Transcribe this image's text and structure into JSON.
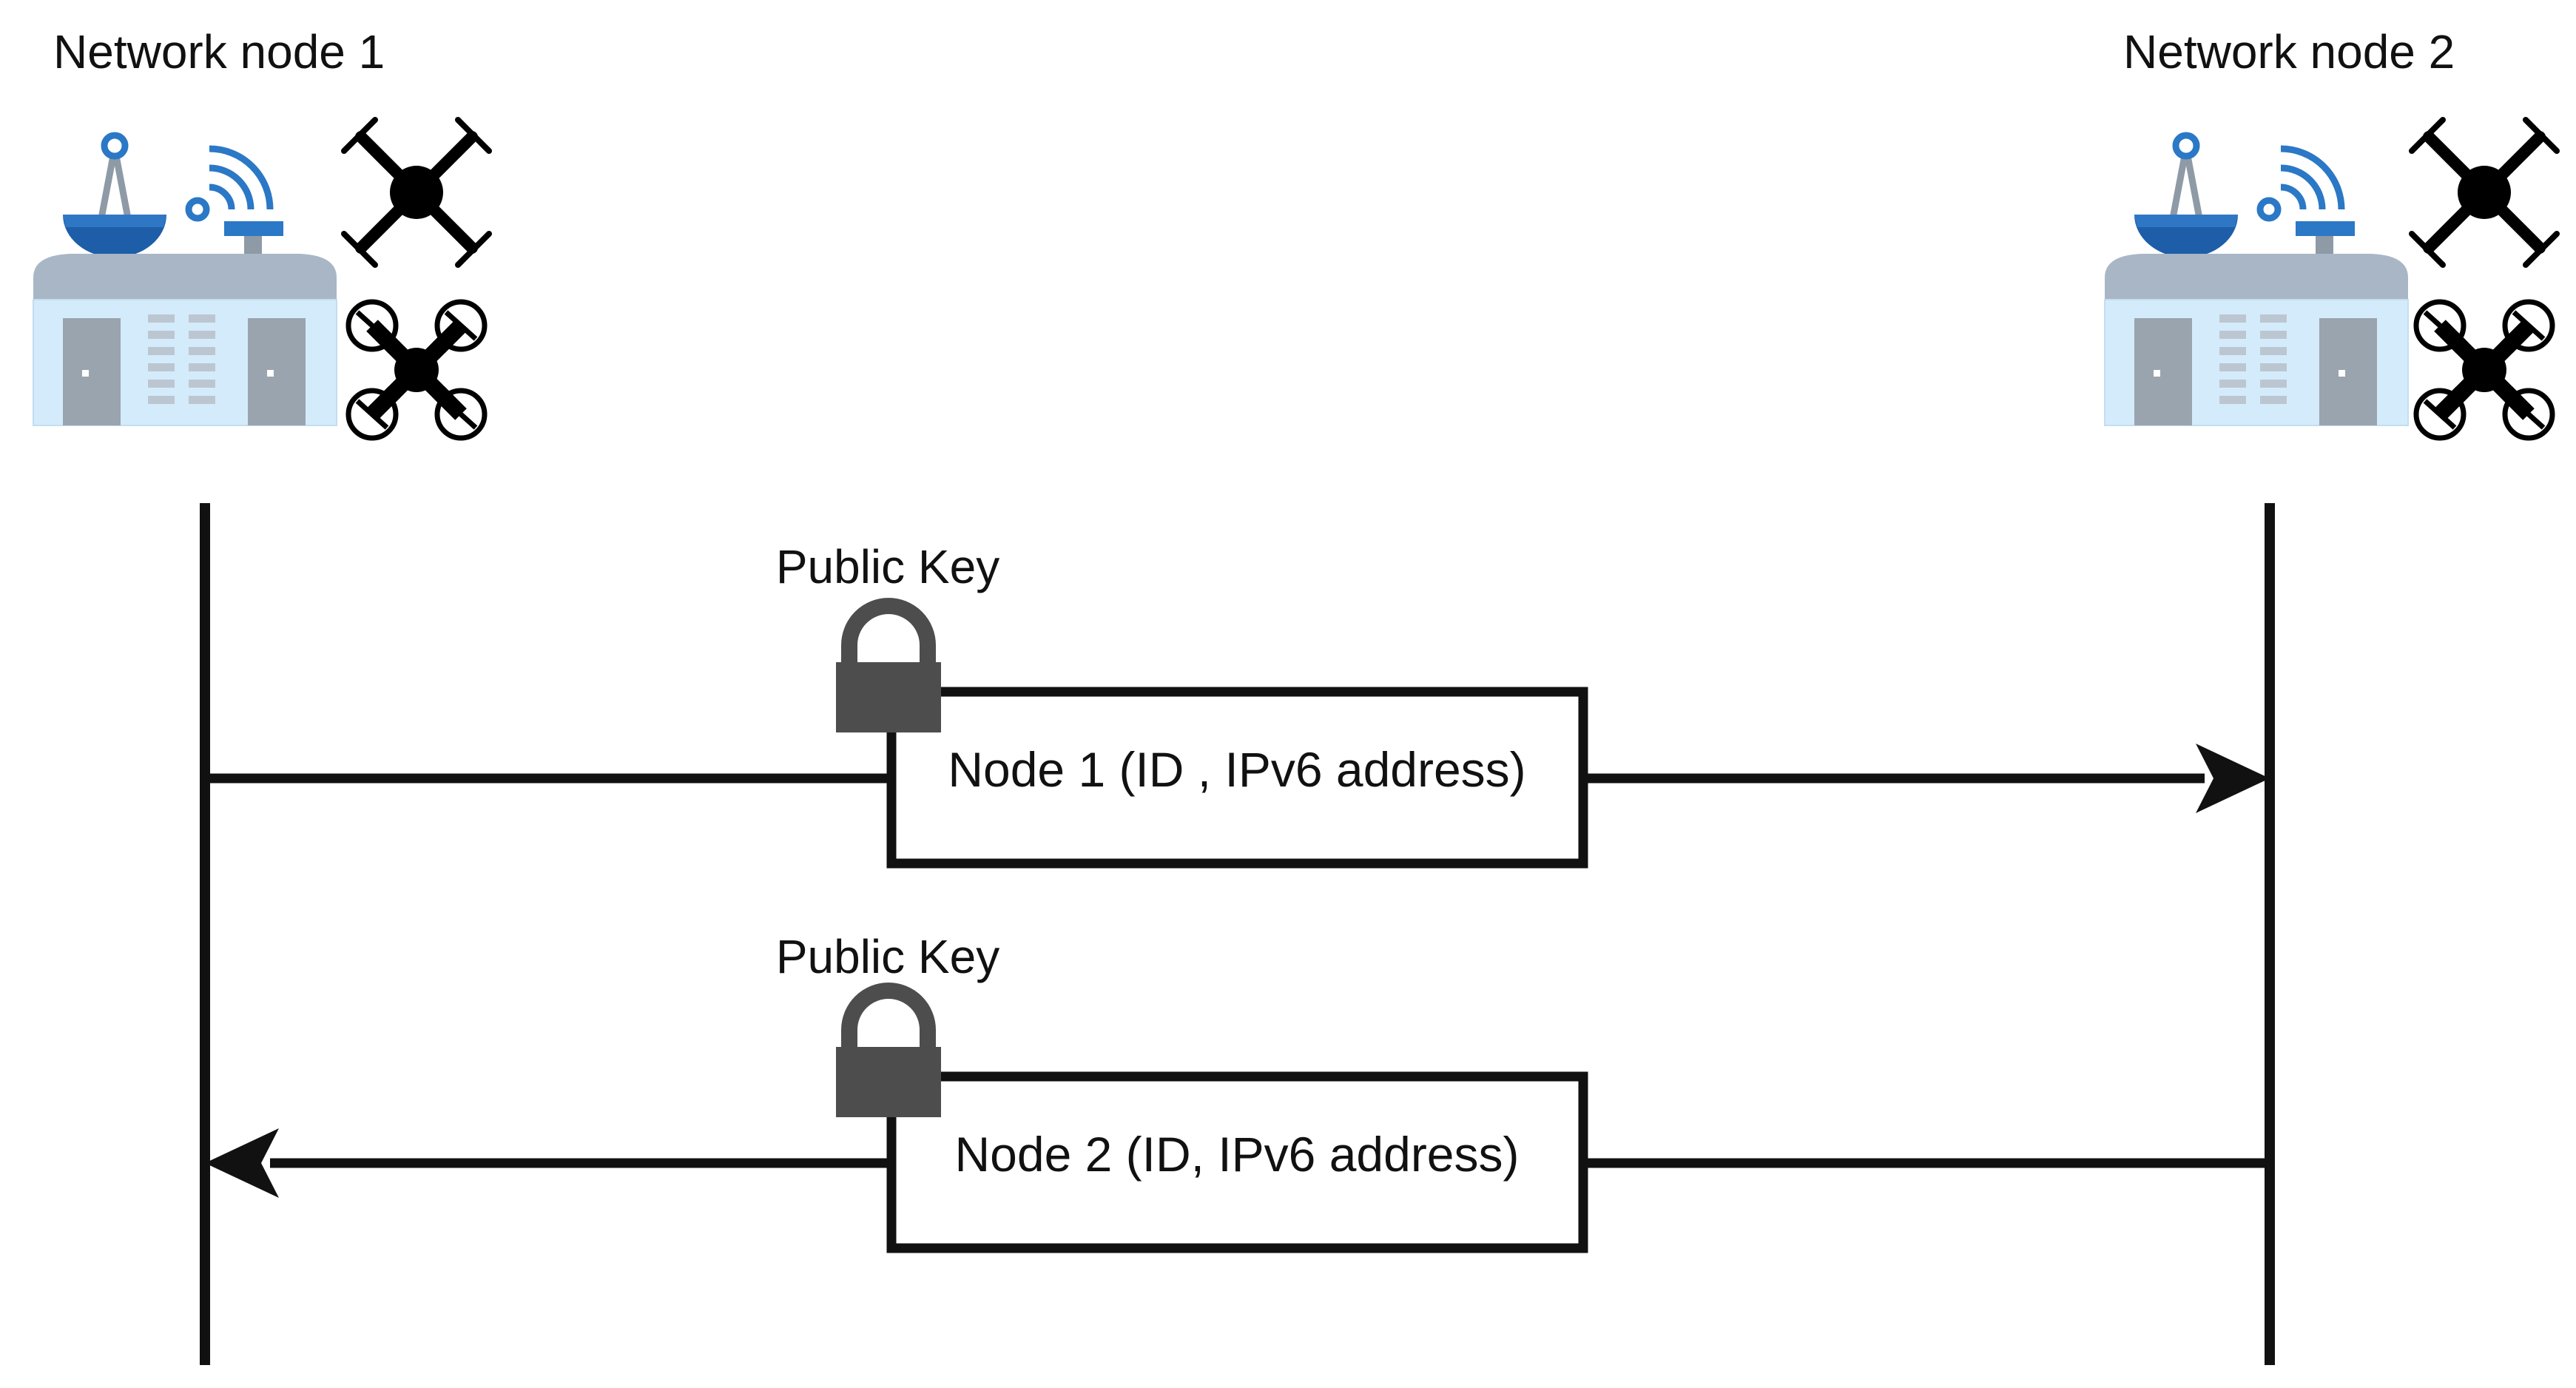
{
  "nodes": [
    {
      "label": "Network node 1"
    },
    {
      "label": "Network node 2"
    }
  ],
  "messages": [
    {
      "lock_label": "Public Key",
      "payload": "Node 1 (ID , IPv6 address)",
      "direction": "node1-to-node2"
    },
    {
      "lock_label": "Public Key",
      "payload": "Node 2 (ID, IPv6 address)",
      "direction": "node2-to-node1"
    }
  ],
  "icons": {
    "station": "ground-station-icon",
    "drone_a": "quadcopter-drone-icon",
    "drone_b": "quadcopter-drone-guarded-icon",
    "lock": "padlock-icon"
  },
  "colors": {
    "line": "#111111",
    "lock": "#4d4d4d",
    "dish_blue": "#1e5ea8",
    "signal_blue": "#2b78c6",
    "roof": "#a9b6c6",
    "building_face": "#d4ebfb",
    "door": "#9aa4ae",
    "window": "#bcc6d1"
  }
}
